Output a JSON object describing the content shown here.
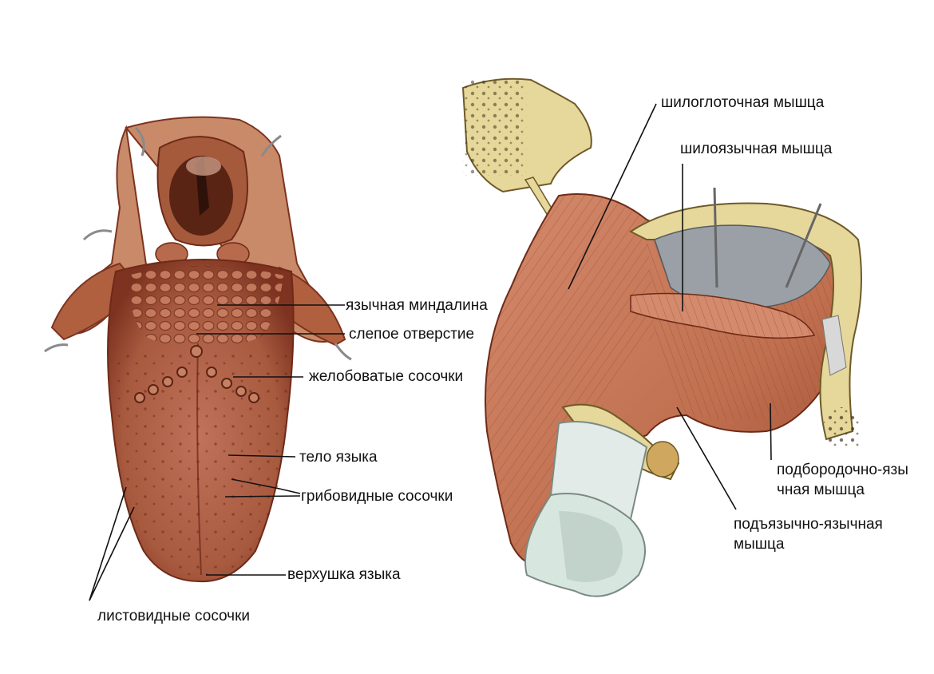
{
  "colors": {
    "background": "#ffffff",
    "label_text": "#111111",
    "leader_line": "#111111",
    "tongue_base": "#b8664a",
    "tongue_dark": "#7d3320",
    "muscle": "#c97a5e",
    "muscle_dark": "#8e3f28",
    "bone": "#e6d79a",
    "cartilage": "#d8e6e0"
  },
  "labels": {
    "lingual_tonsil": "язычная миндалина",
    "foramen_cecum": "слепое отверстие",
    "vallate_papillae": "желобоватые сосочки",
    "tongue_body": "тело языка",
    "fungiform_papillae": "грибовидные сосочки",
    "tongue_apex": "верхушка языка",
    "foliate_papillae": "листовидные сосочки",
    "stylopharyngeus": "шилоглоточная мышца",
    "styloglossus": "шилоязычная мышца",
    "genioglossus_line1": "подбородочно-язы",
    "genioglossus_line2": "чная мышца",
    "hyoglossus_line1": "подъязычно-язычная",
    "hyoglossus_line2": "мышца"
  }
}
